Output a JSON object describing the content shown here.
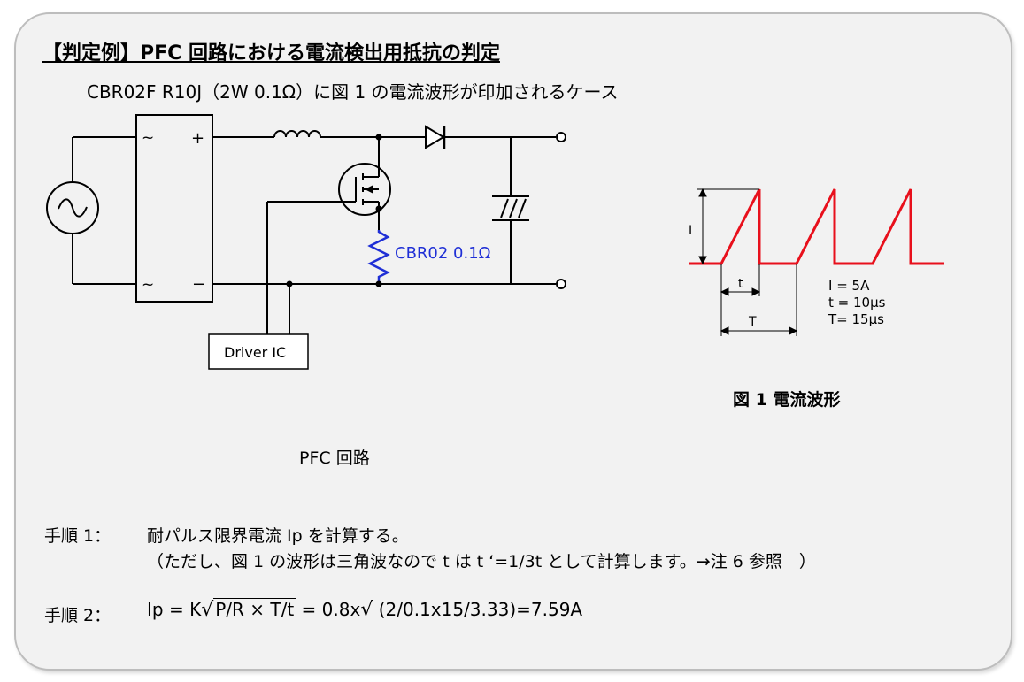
{
  "title": "【判定例】PFC 回路における電流検出用抵抗の判定",
  "subtitle": "CBR02F R10J（2W 0.1Ω）に図 1 の電流波形が印加されるケース",
  "circuit": {
    "plus_label": "+",
    "minus_label": "−",
    "ac_in_label": "~",
    "resistor_label": "CBR02 0.1Ω",
    "driver_label": "Driver IC",
    "caption": "PFC 回路",
    "resistor_color": "#1f2fd6"
  },
  "waveform": {
    "caption": "図 1 電流波形",
    "I_label": "I",
    "t_label": "t",
    "T_label": "T",
    "param_I": "I =  5A",
    "param_t": "t = 10μs",
    "param_T": "T= 15μs",
    "color": "#e8101c"
  },
  "steps": {
    "step1_label": "手順 1：",
    "step1_text": "耐パルス限界電流 Ip を計算する。",
    "step1_note": "（ただし、図 1 の波形は三角波なので t は t ‘=1/3t として計算します。→注 6 参照　）",
    "step2_label": "手順 2：",
    "step2_lhs": "Ip = K",
    "step2_radicand": "P/R × T/t",
    "step2_mid": " = 0.8x",
    "step2_rhs": " (2/0.1x15/3.33)=7.59A"
  }
}
